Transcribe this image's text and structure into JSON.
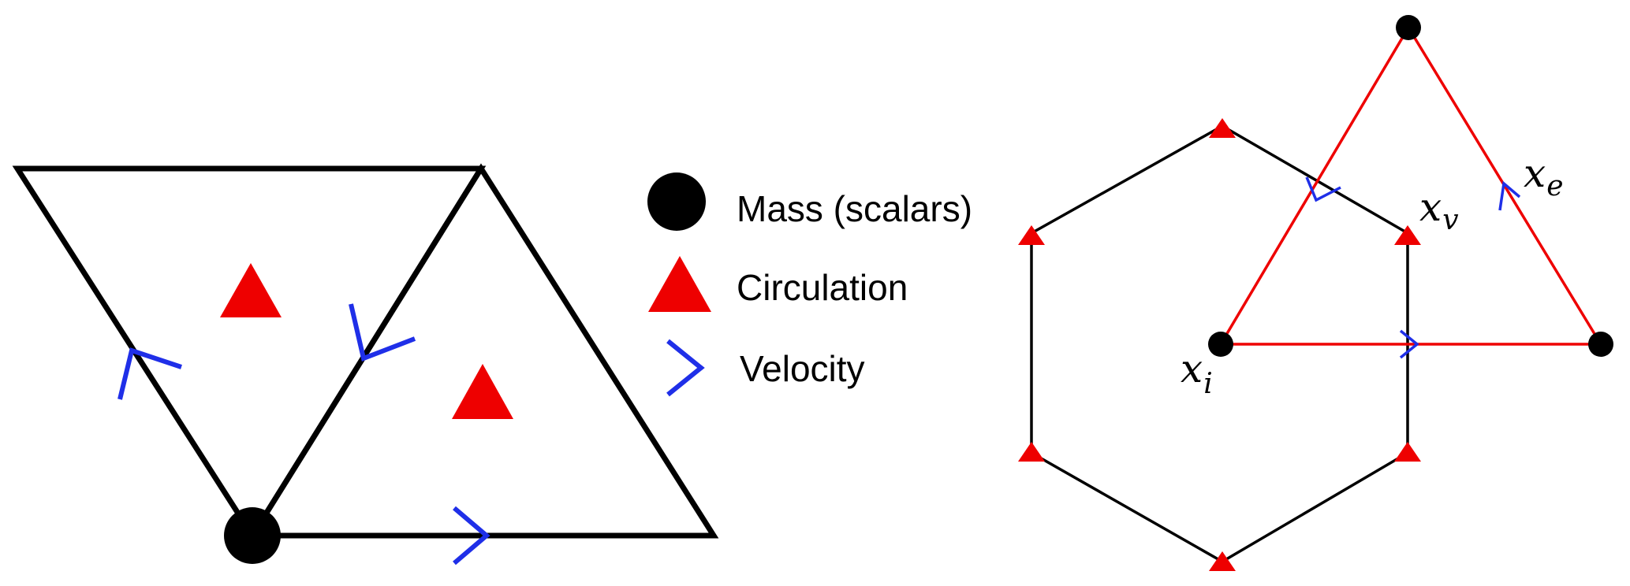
{
  "colors": {
    "mass": "#000000",
    "circulation": "#ee0000",
    "velocity": "#1f2fe8",
    "edge": "#000000",
    "dual_edge": "#ee0000"
  },
  "legend": {
    "items": [
      {
        "symbol": "mass-dot-icon",
        "label": "Mass (scalars)"
      },
      {
        "symbol": "circulation-triangle-icon",
        "label": "Circulation"
      },
      {
        "symbol": "velocity-chevron-icon",
        "label": "Velocity"
      }
    ]
  },
  "right_diagram": {
    "labels": {
      "x_i": {
        "base": "x",
        "sub": "i"
      },
      "x_v": {
        "base": "x",
        "sub": "v"
      },
      "x_e": {
        "base": "x",
        "sub": "e"
      }
    }
  }
}
